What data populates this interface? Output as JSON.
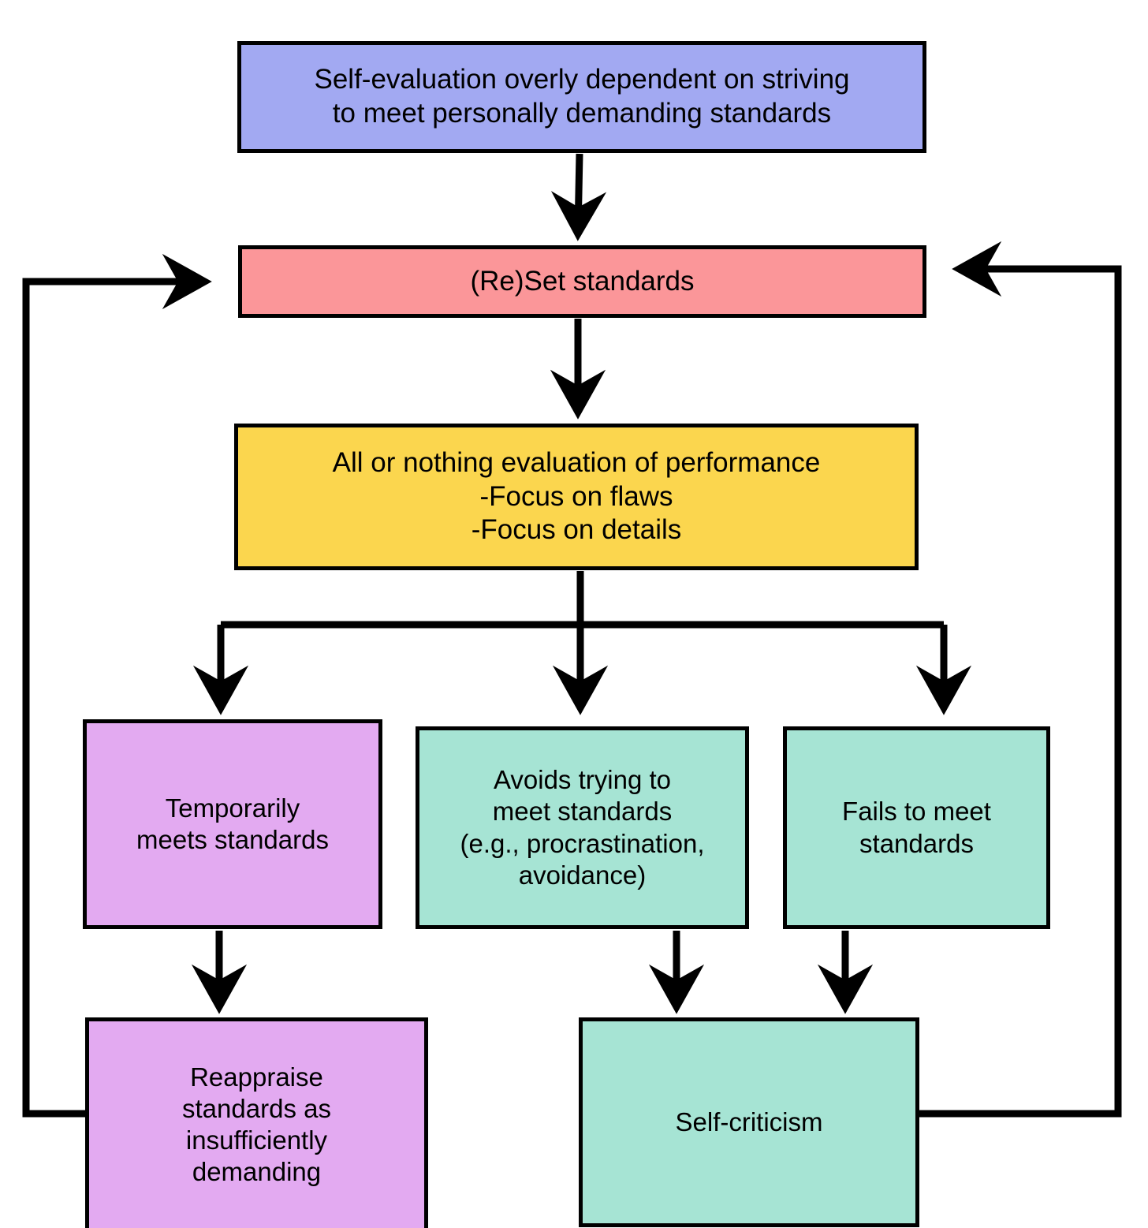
{
  "diagram": {
    "title": "Perfectionism cycle flowchart",
    "type": "flowchart",
    "background": "#FFFFFF",
    "edge_color": "#000000",
    "nodes": [
      {
        "id": "self_eval",
        "label": "Self-evaluation overly dependent on striving\nto meet personally demanding standards",
        "color": "#A2A9F2"
      },
      {
        "id": "reset_standards",
        "label": "(Re)Set standards",
        "color": "#FB9699"
      },
      {
        "id": "all_or_nothing",
        "label": "All or nothing evaluation of performance\n-Focus on flaws\n-Focus on details",
        "color": "#FBD64E"
      },
      {
        "id": "temporarily_meets",
        "label": "Temporarily\nmeets standards",
        "color": "#E3AAF1"
      },
      {
        "id": "avoids_trying",
        "label": "Avoids trying to\nmeet standards\n(e.g., procrastination,\navoidance)",
        "color": "#A6E4D4"
      },
      {
        "id": "fails_to_meet",
        "label": "Fails to meet\nstandards",
        "color": "#A6E4D4"
      },
      {
        "id": "reappraise",
        "label": "Reappraise\nstandards as\ninsufficiently\ndemanding",
        "color": "#E3AAF1"
      },
      {
        "id": "self_criticism",
        "label": "Self-criticism",
        "color": "#A6E4D4"
      }
    ],
    "edges": [
      {
        "from": "self_eval",
        "to": "reset_standards"
      },
      {
        "from": "reset_standards",
        "to": "all_or_nothing"
      },
      {
        "from": "all_or_nothing",
        "to": "temporarily_meets"
      },
      {
        "from": "all_or_nothing",
        "to": "avoids_trying"
      },
      {
        "from": "all_or_nothing",
        "to": "fails_to_meet"
      },
      {
        "from": "temporarily_meets",
        "to": "reappraise"
      },
      {
        "from": "avoids_trying",
        "to": "self_criticism"
      },
      {
        "from": "fails_to_meet",
        "to": "self_criticism"
      },
      {
        "from": "reappraise",
        "to": "reset_standards"
      },
      {
        "from": "self_criticism",
        "to": "reset_standards"
      }
    ]
  }
}
